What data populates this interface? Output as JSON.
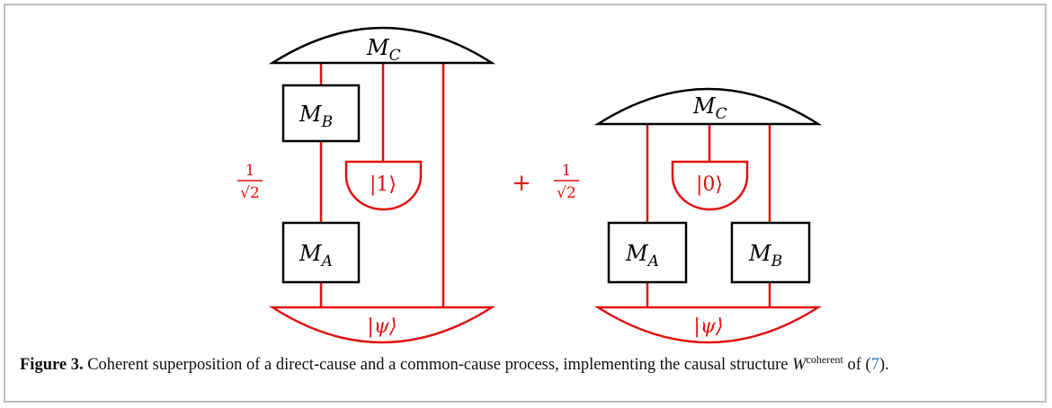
{
  "left_process": {
    "top_measurement": {
      "name": "M",
      "sub": "C"
    },
    "box_top": {
      "name": "M",
      "sub": "B"
    },
    "box_bottom": {
      "name": "M",
      "sub": "A"
    },
    "ket": "|1⟩",
    "state": "|ψ⟩"
  },
  "coefficient_left": {
    "num": "1",
    "den": "√2"
  },
  "plus": "+",
  "coefficient_right": {
    "num": "1",
    "den": "√2"
  },
  "right_process": {
    "top_measurement": {
      "name": "M",
      "sub": "C"
    },
    "box_left": {
      "name": "M",
      "sub": "A"
    },
    "box_right": {
      "name": "M",
      "sub": "B"
    },
    "ket": "|0⟩",
    "state": "|ψ⟩"
  },
  "caption": {
    "label": "Figure 3.",
    "text": " Coherent superposition of a direct-cause and a common-cause process, implementing the causal structure ",
    "W": "W",
    "W_sup": "coherent",
    "of": " of (",
    "ref": "7",
    "end": ")."
  },
  "colors": {
    "red": "#e01010",
    "black": "#000000",
    "link": "#2a7ab8"
  }
}
